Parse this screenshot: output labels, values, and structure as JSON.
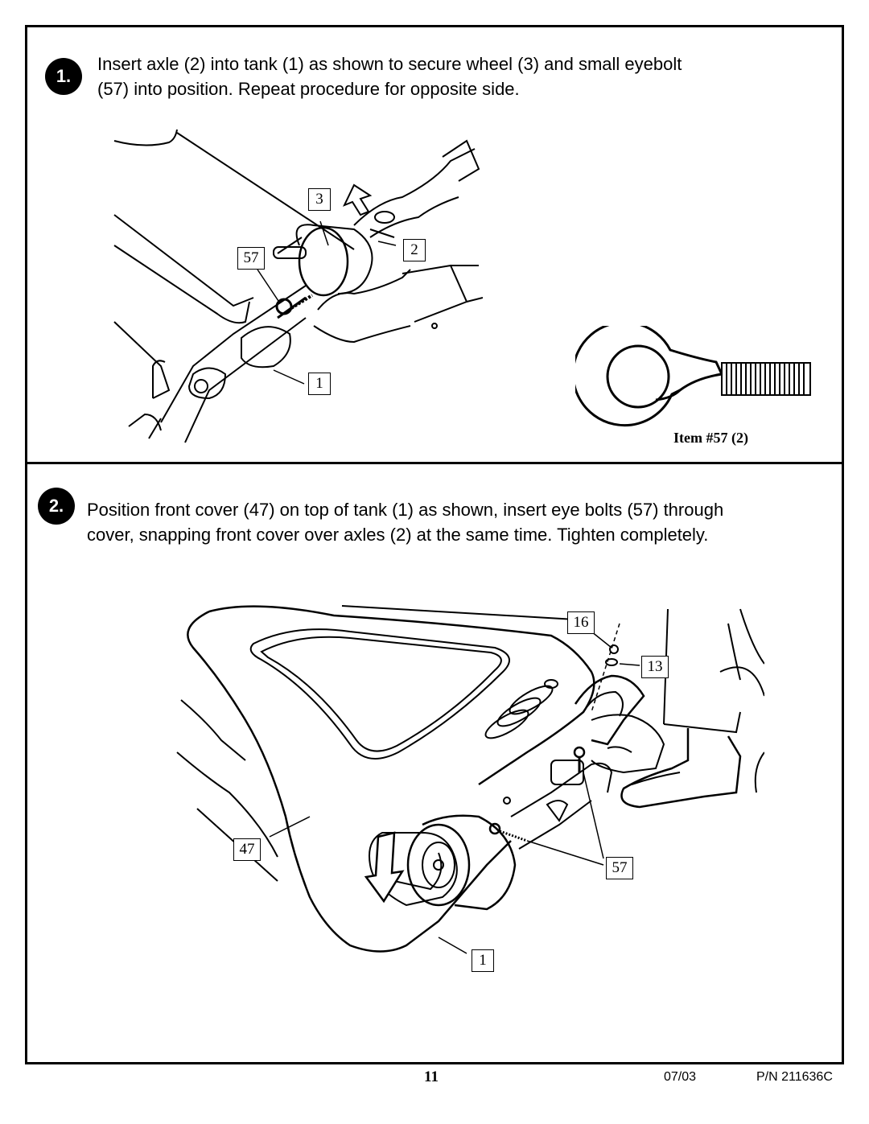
{
  "step1": {
    "number": "1.",
    "line1": "Insert axle (2) into tank (1) as shown to secure wheel (3) and small eyebolt",
    "line2": "(57) into position.  Repeat procedure for opposite side.",
    "callouts": [
      "3",
      "2",
      "57",
      "1"
    ],
    "detail_caption": "Item #57 (2)"
  },
  "step2": {
    "number": "2.",
    "line1": "Position front cover (47) on top of tank (1) as shown, insert eye bolts (57) through",
    "line2": "cover, snapping front cover over axles (2) at the same time. Tighten completely.",
    "callouts": [
      "16",
      "13",
      "47",
      "57",
      "1"
    ]
  },
  "footer": {
    "page_number": "11",
    "date": "07/03",
    "part_number": "P/N 211636C"
  }
}
